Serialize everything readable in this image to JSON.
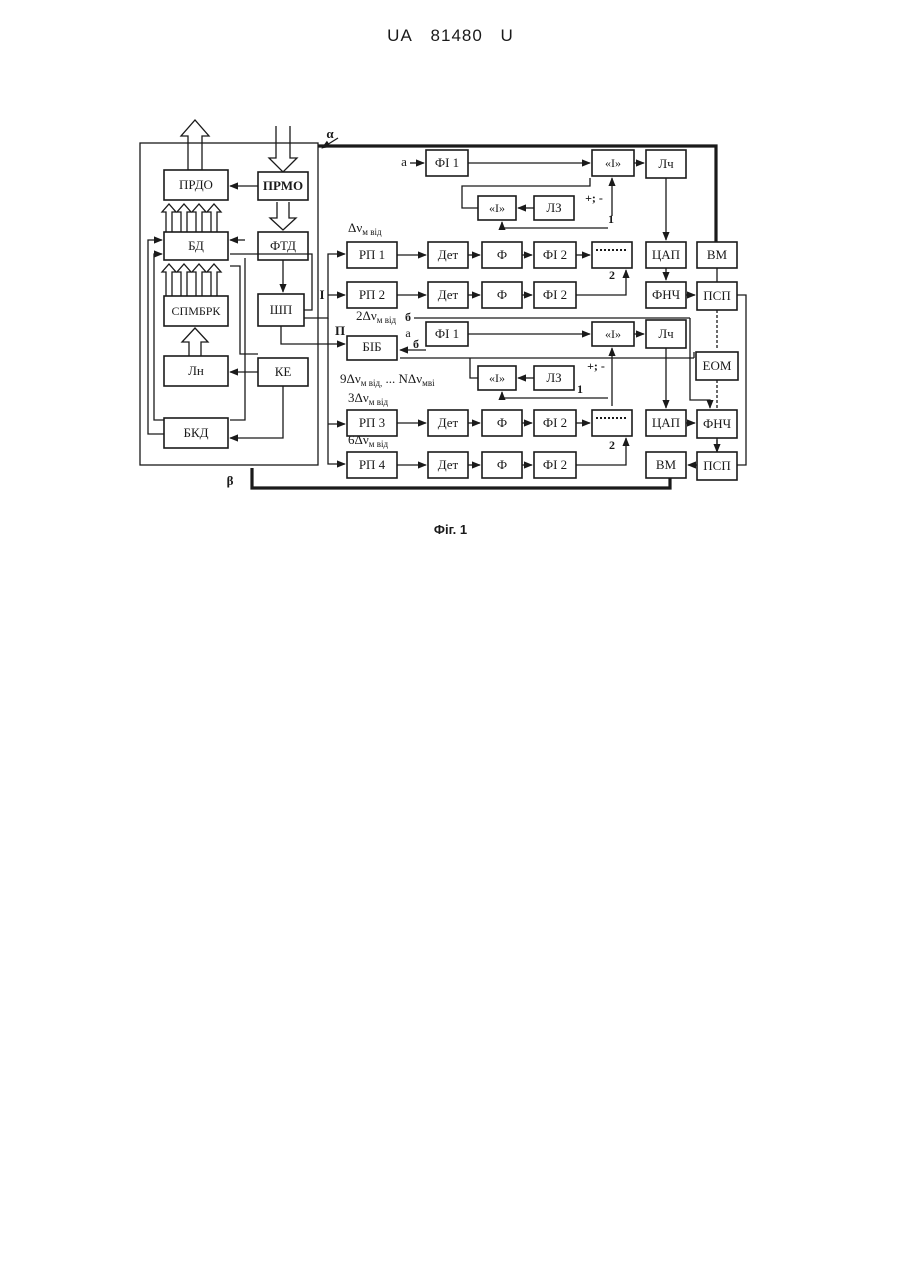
{
  "header": {
    "country": "UA",
    "number": "81480",
    "kind": "U"
  },
  "caption": "Фіг. 1",
  "blocks": {
    "prdo": "ПРДО",
    "prmo": "ПРМО",
    "bd": "БД",
    "ftd": "ФТД",
    "spmbrk": "СПМБРК",
    "shp": "ШП",
    "ln": "Лн",
    "ke": "КЕ",
    "bkd": "БКД",
    "fi1": "ФІ 1",
    "i_gate": "«І»",
    "lch": "Лч",
    "lz": "ЛЗ",
    "rp1": "РП 1",
    "rp2": "РП 2",
    "rp3": "РП 3",
    "rp4": "РП 4",
    "det": "Дет",
    "f": "Ф",
    "fi2": "ФІ 2",
    "cap": "ЦАП",
    "vm": "ВМ",
    "fnch": "ФНЧ",
    "psp": "ПСП",
    "eom": "ЕОМ",
    "bib": "БІБ"
  },
  "labels": {
    "alpha": "α",
    "beta": "β",
    "roman1": "І",
    "roman2": "П",
    "in_a": "а",
    "in_b": "б",
    "pm": "+; -",
    "one": "1",
    "two": "2",
    "nu1": "Δν",
    "nu1_sub": "м від",
    "nu2": "2Δν",
    "nu2_sub": "м від",
    "nu3": "3Δν",
    "nu3_sub": "м від",
    "nu6": "6Δν",
    "nu6_sub": "м від",
    "nu9": "9Δν",
    "nu9_sub": "м від,",
    "nu9_mid": " ... NΔν",
    "nu9_end": "мві"
  }
}
